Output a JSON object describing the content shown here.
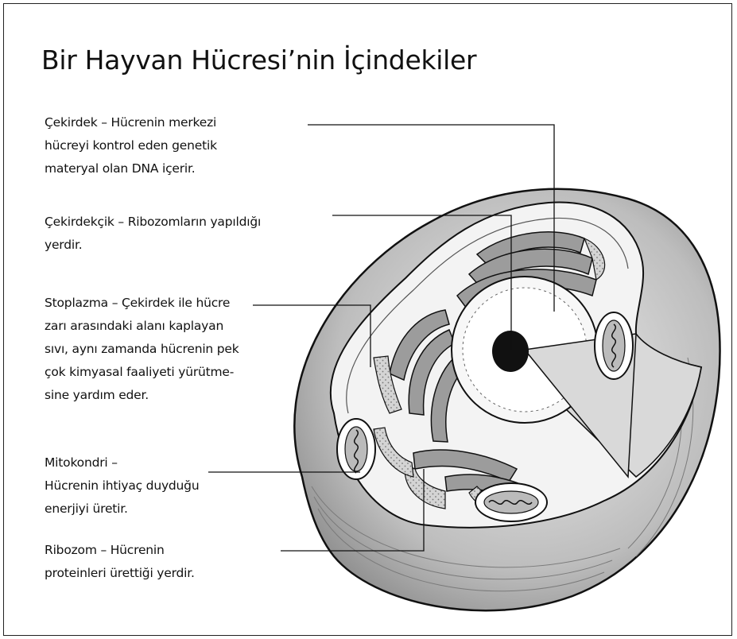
{
  "title": "Bir Hayvan Hücresi’nin İçindekiler",
  "labels": {
    "nucleus": [
      "Çekirdek – Hücrenin merkezi",
      "hücreyi kontrol eden genetik",
      "materyal olan DNA içerir."
    ],
    "nucleolus": [
      "Çekirdekçik – Ribozomların yapıldığı",
      "yerdir."
    ],
    "cytoplasm": [
      "Stoplazma – Çekirdek ile hücre",
      "zarı arasındaki alanı kaplayan",
      "sıvı, aynı zamanda hücrenin pek",
      "çok kimyasal faaliyeti yürütme-",
      "sine yardım eder."
    ],
    "mitochondria": [
      "Mitokondri –",
      "Hücrenin ihtiyaç duyduğu",
      "enerjiyi üretir."
    ],
    "ribosome": [
      "Ribozom – Hücrenin",
      "proteinleri ürettiği yerdir."
    ]
  }
}
